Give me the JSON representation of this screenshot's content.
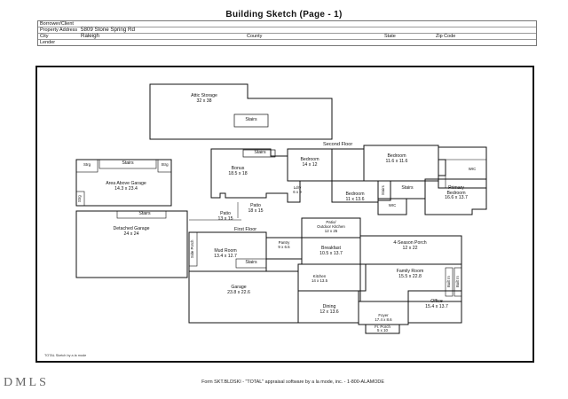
{
  "document": {
    "title": "Building Sketch (Page - 1)"
  },
  "header": {
    "borrower_label": "Borrower/Client",
    "property_address_label": "Property Address",
    "property_address_value": "5809 Stone Spring Rd",
    "city_label": "City",
    "city_value": "Raleigh",
    "county_label": "County",
    "state_label": "State",
    "zip_label": "Zip Code",
    "lender_label": "Lender"
  },
  "sketch": {
    "floors": {
      "second": "Second Floor",
      "first": "First Floor"
    },
    "rooms": {
      "attic_name": "Attic Storage",
      "attic_dims": "32 x 38",
      "attic_stairs": "Stairs",
      "bonus_name": "Bonus",
      "bonus_dims": "18.5 x 18",
      "bedroom1_name": "Bedroom",
      "bedroom1_dims": "14 x 12",
      "bedroom2_name": "Bedroom",
      "bedroom2_dims": "11.6 x 11.6",
      "bedroom3_name": "Bedroom",
      "bedroom3_dims": "11 x 13.6",
      "laundry_name": "Ldry",
      "laundry_dims": "6 x 9",
      "primary_name": "Primary",
      "primary_name2": "Bedroom",
      "primary_dims": "16.6 x 13.7",
      "wic1": "WIC",
      "wic2": "WIC",
      "upper_stairs": "Stairs",
      "upper_stairs2": "Stairs",
      "stairs_vertical": "Stairs",
      "storage1": "Strg",
      "storage2": "Strg",
      "storage3": "Strg",
      "garage_above_stairs": "Stairs",
      "area_above_garage_name": "Area Above Garage",
      "area_above_garage_dims": "14.3 x 23.4",
      "detached_stairs": "Stairs",
      "detached_garage_name": "Detached Garage",
      "detached_garage_dims": "24 x 24",
      "patio1_name": "Patio",
      "patio1_dims": "18 x 15",
      "patio2_name": "Patio",
      "patio2_dims": "13 x 15",
      "outdoor_kitchen_name": "Patio/",
      "outdoor_kitchen_name2": "Outdoor Kitchen",
      "outdoor_kitchen_dims": "12 x 25",
      "four_season_name": "4-Season Porch",
      "four_season_dims": "12 x 22",
      "pantry_name": "Pantry",
      "pantry_dims": "9 x 6.5",
      "breakfast_name": "Breakfast",
      "breakfast_dims": "10.5 x 13.7",
      "side_porch": "Side Porch",
      "mudroom_name": "Mud Room",
      "mudroom_dims": "13.4 x 12.7",
      "first_stairs": "Stairs",
      "family_name": "Family Room",
      "family_dims": "15.5 x 22.8",
      "kitchen_name": "Kitchen",
      "kitchen_dims": "14 x 13.5",
      "garage_name": "Garage",
      "garage_dims": "23.8 x 22.6",
      "builtin1": "Built In",
      "builtin2": "Built In",
      "office_name": "Office",
      "office_dims": "15.4 x 13.7",
      "dining_name": "Dining",
      "dining_dims": "12 x 13.6",
      "foyer_name": "Foyer",
      "foyer_dims": "17.4 x 8.6",
      "front_porch_name": "Fr. Porch",
      "front_porch_dims": "5 x 10"
    },
    "note": "TOTAL Sketch by a la mode"
  },
  "footer": {
    "logo": "DMLS",
    "text": "Form SKT.BLDSKI - \"TOTAL\" appraisal software by a la mode, inc. - 1-800-ALAMODE"
  }
}
